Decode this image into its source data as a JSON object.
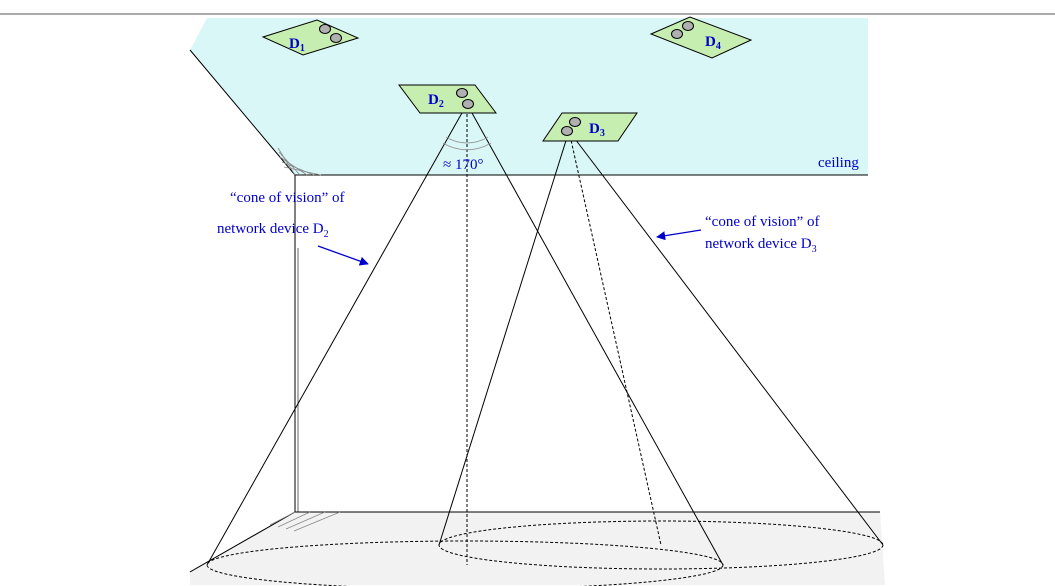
{
  "colors": {
    "ceiling_fill": "#d9f7f7",
    "floor_fill": "#f2f2f2",
    "device_fill": "#c6eeb0",
    "sensor_fill": "#b0b0b0",
    "label_blue": "#0000cc",
    "line": "#000000"
  },
  "devices": [
    {
      "letter": "D",
      "sub": "1"
    },
    {
      "letter": "D",
      "sub": "2"
    },
    {
      "letter": "D",
      "sub": "3"
    },
    {
      "letter": "D",
      "sub": "4"
    }
  ],
  "labels": {
    "ceiling": "ceiling",
    "angle": "≈ 170°",
    "cone_d2": {
      "line1": "“cone of vision” of",
      "line2_main": "network device D",
      "line2_sub": "2"
    },
    "cone_d3": {
      "line1": "“cone of vision” of",
      "line2_main": "network device D",
      "line2_sub": "3"
    }
  }
}
